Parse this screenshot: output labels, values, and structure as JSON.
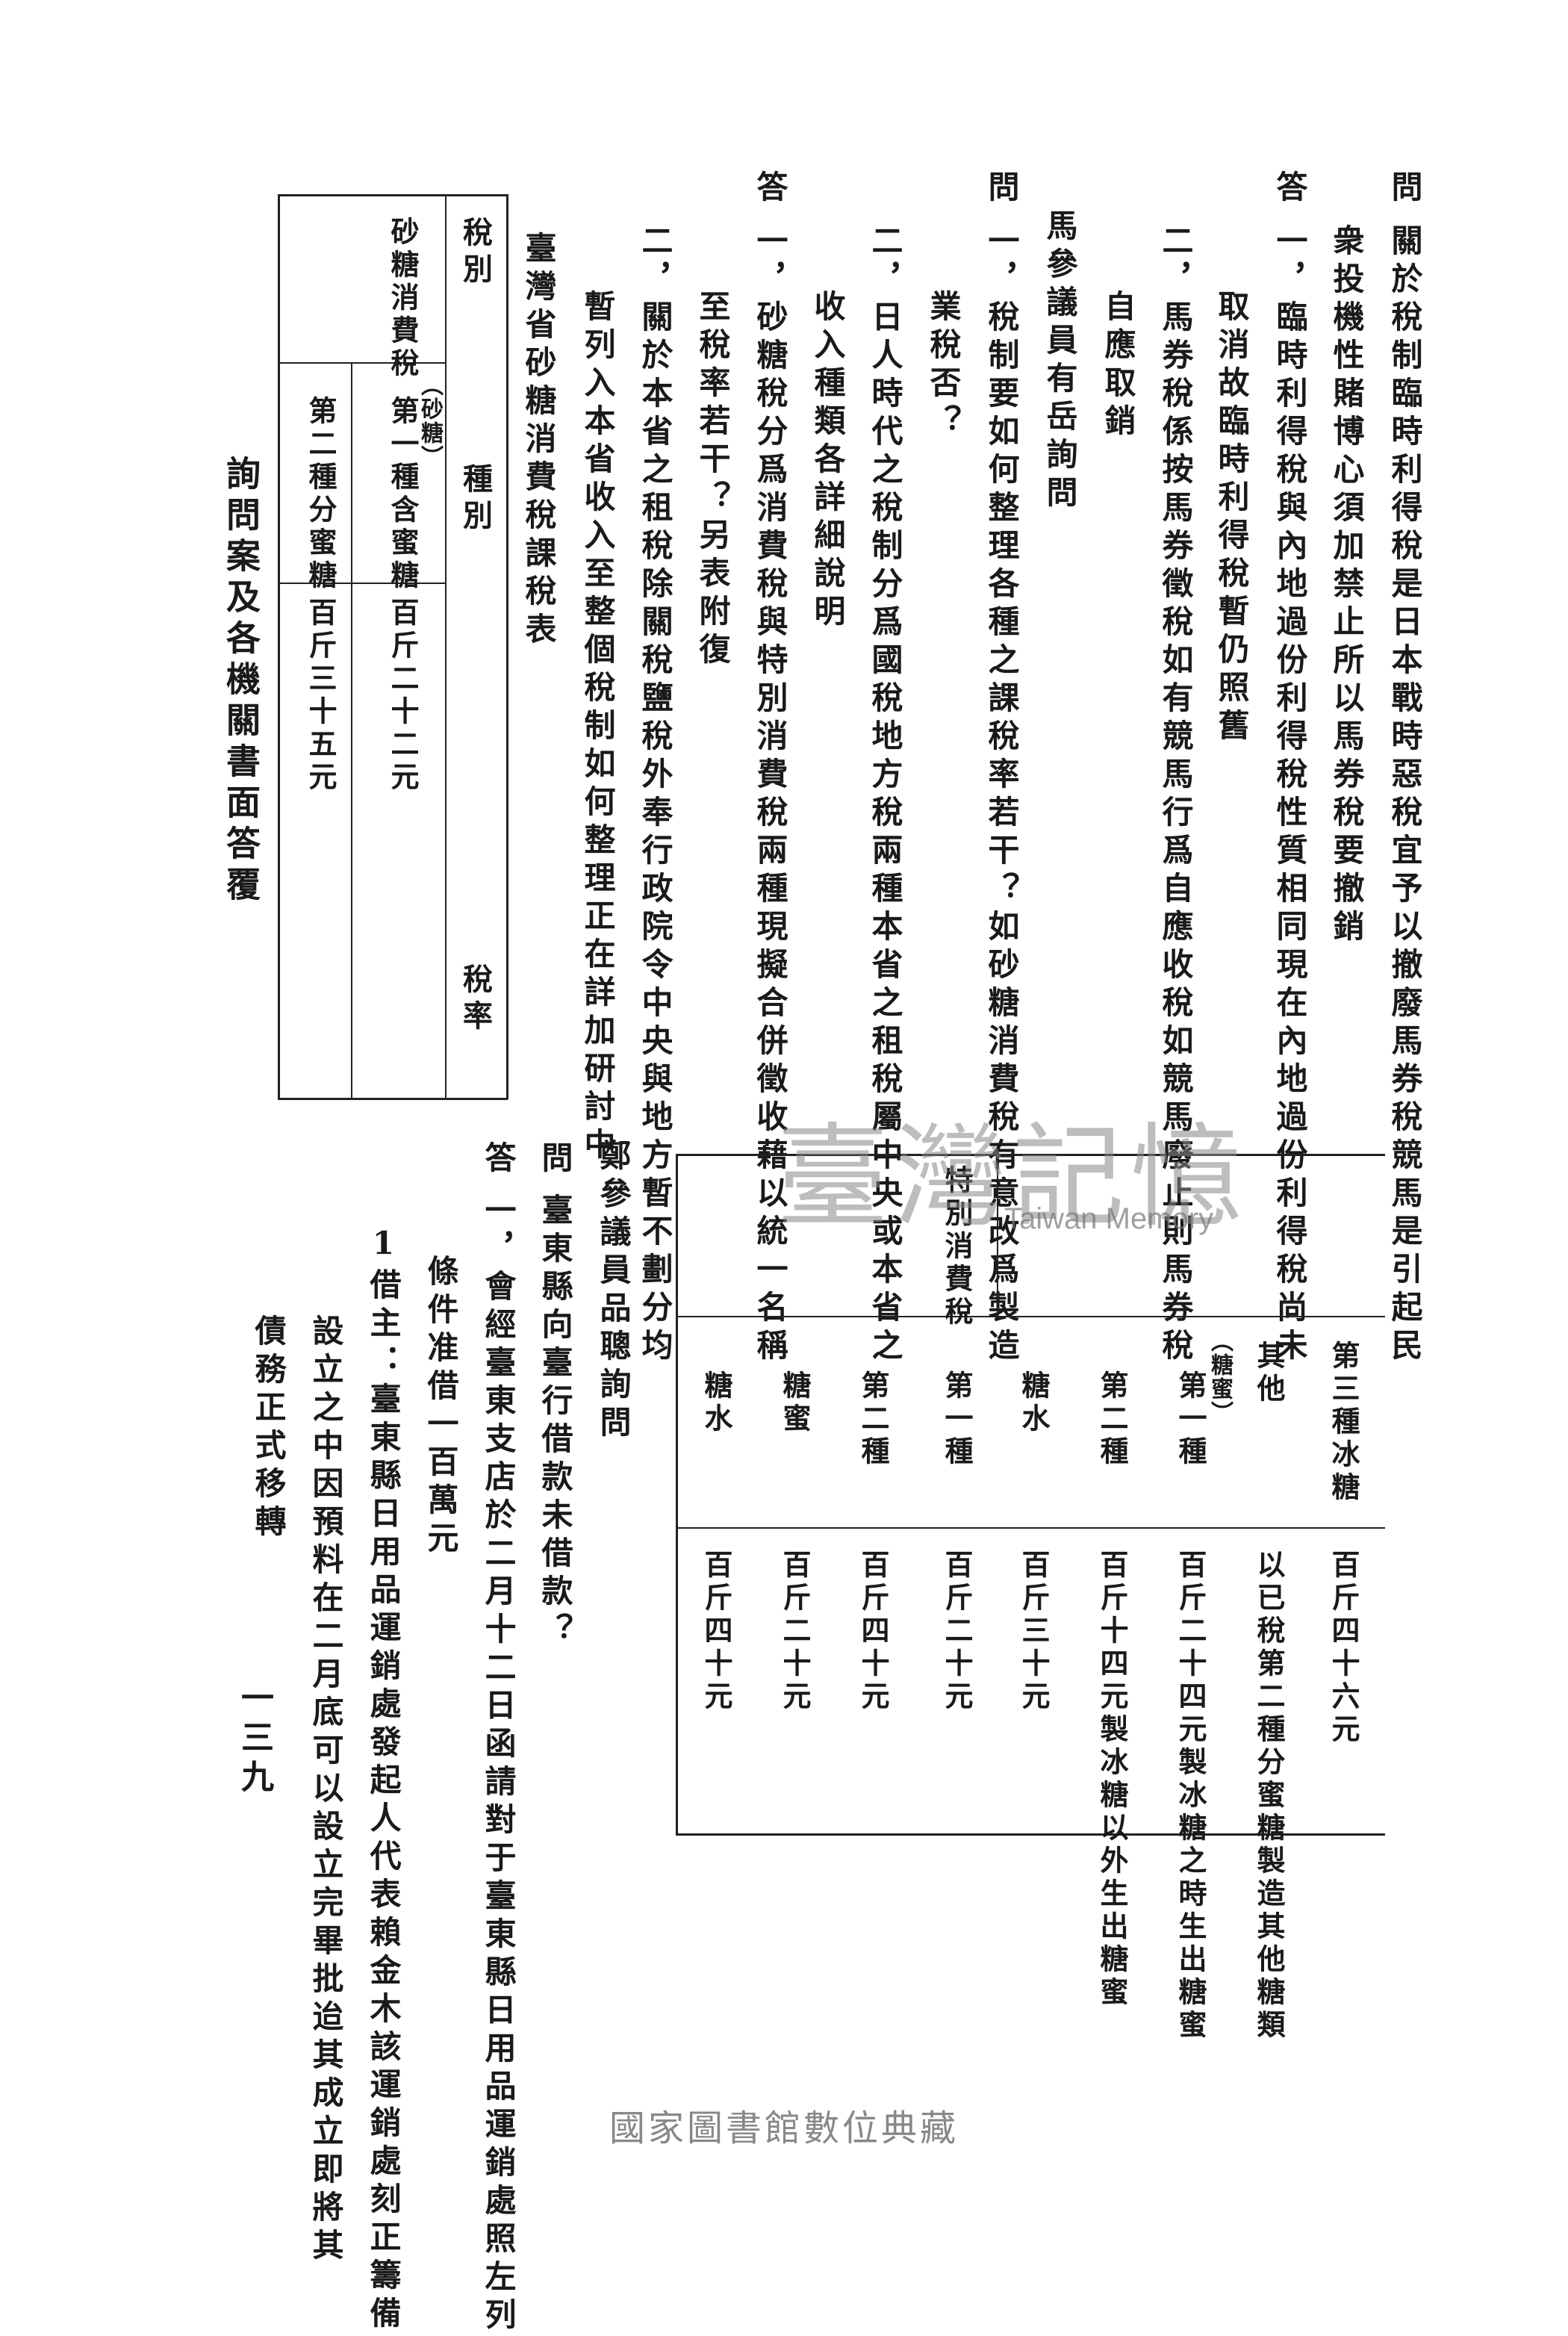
{
  "header": {
    "running_title": "詢問案及各機關書面答覆",
    "page_number": "一三九"
  },
  "qa1": {
    "q_label": "問",
    "q_text_1": "關於稅制臨時利得稅是日本戰時惡稅宜予以撤廢馬券稅競馬是引起民",
    "q_text_2": "衆投機性賭博心須加禁止所以馬券稅要撤銷",
    "a_label": "答",
    "a1_line1": "一，臨時利得稅與內地過份利得稅性質相同現在內地過份利得稅尚未",
    "a1_line2": "取消故臨時利得稅暫仍照舊",
    "a2_line1": "二，馬券稅係按馬券徵稅如有競馬行爲自應收稅如競馬廢止則馬券稅",
    "a2_line2": "自應取銷"
  },
  "qa2": {
    "asker": "馬參議員有岳詢問",
    "q_label": "問",
    "q1_line1": "一，稅制要如何整理各種之課稅率若干？如砂糖消費稅有意改爲製造",
    "q1_line2": "業稅否？",
    "q2_line1": "二，日人時代之稅制分爲國稅地方稅兩種本省之租稅屬中央或本省之",
    "q2_line2": "收入種類各詳細說明",
    "a_label": "答",
    "a1_line1": "一，砂糖稅分爲消費稅與特別消費稅兩種現擬合併徵收藉以統一名稱",
    "a1_line2": "至稅率若干？另表附復",
    "a2_line1": "二，關於本省之租稅除關稅鹽稅外奉行政院令中央與地方暫不劃分均",
    "a2_line2": "暫列入本省收入至整個稅制如何整理正在詳加研討中"
  },
  "table": {
    "title": "臺灣省砂糖消費稅課稅表",
    "headers": {
      "col1": "稅別",
      "col2": "種別",
      "col3": "稅率"
    },
    "tax_name_1": "砂糖消費稅",
    "tax_name_2": "特別消費稅",
    "group_sugar": "（砂糖）",
    "group_molasses": "（糖蜜）",
    "rows": [
      {
        "kind": "第一種含蜜糖",
        "rate": "百斤二十二元"
      },
      {
        "kind": "第二種分蜜糖",
        "rate": "百斤三十五元"
      },
      {
        "kind": "第三種冰糖",
        "rate": "百斤四十六元"
      },
      {
        "kind": "其他",
        "rate": "以已稅第二種分蜜糖製造其他糖類"
      },
      {
        "kind": "第一種",
        "rate": "百斤二十四元製冰糖之時生出糖蜜"
      },
      {
        "kind": "第二種",
        "rate": "百斤十四元製冰糖以外生出糖蜜"
      },
      {
        "kind": "糖水",
        "rate": "百斤三十元"
      },
      {
        "kind": "第一種",
        "rate": "百斤二十元"
      },
      {
        "kind": "第二種",
        "rate": "百斤四十元"
      },
      {
        "kind": "糖蜜",
        "rate": "百斤二十元"
      },
      {
        "kind": "糖水",
        "rate": "百斤四十元"
      }
    ]
  },
  "qa3": {
    "asker": "鄭參議員品聰詢問",
    "q_label": "問",
    "q_text": "臺東縣向臺行借款未借款？",
    "a_label": "答",
    "a1_line1": "一，會經臺東支店於二月十二日函請對于臺東縣日用品運銷處照左列",
    "a1_line2": "條件准借一百萬元",
    "item1_line1": "1借主：臺東縣日用品運銷處發起人代表賴金木該運銷處刻正籌備",
    "item1_line2": "設立之中因預料在二月底可以設立完畢批迨其成立即將其",
    "item1_line3": "債務正式移轉"
  },
  "watermark": {
    "cn": "臺灣記憶",
    "en": "Taiwan Memory"
  },
  "footer": "國家圖書館數位典藏"
}
